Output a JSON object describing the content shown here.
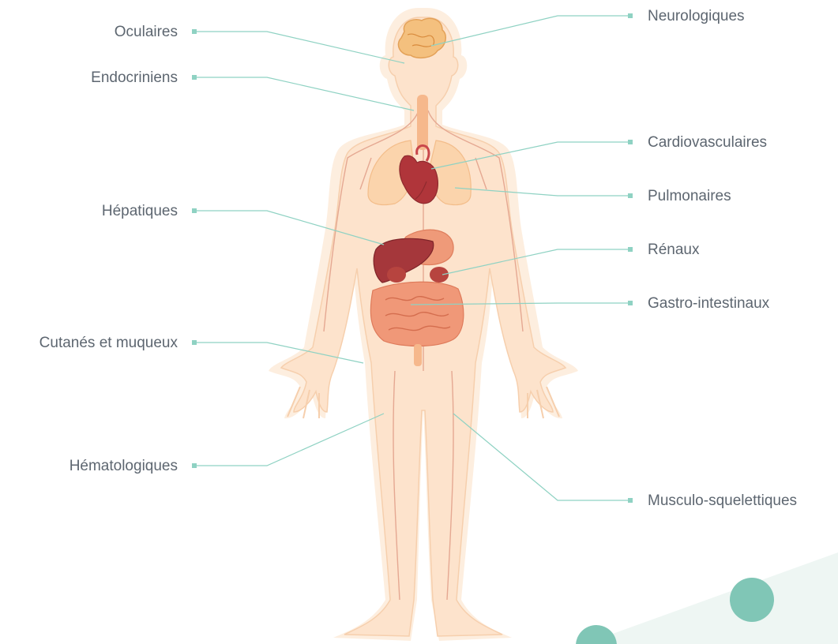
{
  "colors": {
    "leader": "#8fd2c3",
    "skin": "#fde3cc",
    "skin_edge": "#f6cfad",
    "organ_dark": "#b0353a",
    "organ_orange": "#ef9a79",
    "accent_teal": "#80c6b6",
    "label_text": "#5d6670"
  },
  "labels_left": [
    {
      "id": "oculaires",
      "text": "Oculaires"
    },
    {
      "id": "endocriniens",
      "text": "Endocriniens"
    },
    {
      "id": "hepatiques",
      "text": "Hépatiques"
    },
    {
      "id": "cutanes",
      "text": "Cutanés et muqueux"
    },
    {
      "id": "hematologiques",
      "text": "Hématologiques"
    }
  ],
  "labels_right": [
    {
      "id": "neurologiques",
      "text": "Neurologiques"
    },
    {
      "id": "cardiovasculaires",
      "text": "Cardiovasculaires"
    },
    {
      "id": "pulmonaires",
      "text": "Pulmonaires"
    },
    {
      "id": "renaux",
      "text": "Rénaux"
    },
    {
      "id": "gastro",
      "text": "Gastro-intestinaux"
    },
    {
      "id": "musculo",
      "text": "Musculo-squelettiques"
    }
  ],
  "icons": {
    "body": "human-body-illustration",
    "brain": "brain-icon",
    "heart": "heart-icon",
    "liver": "liver-icon"
  }
}
